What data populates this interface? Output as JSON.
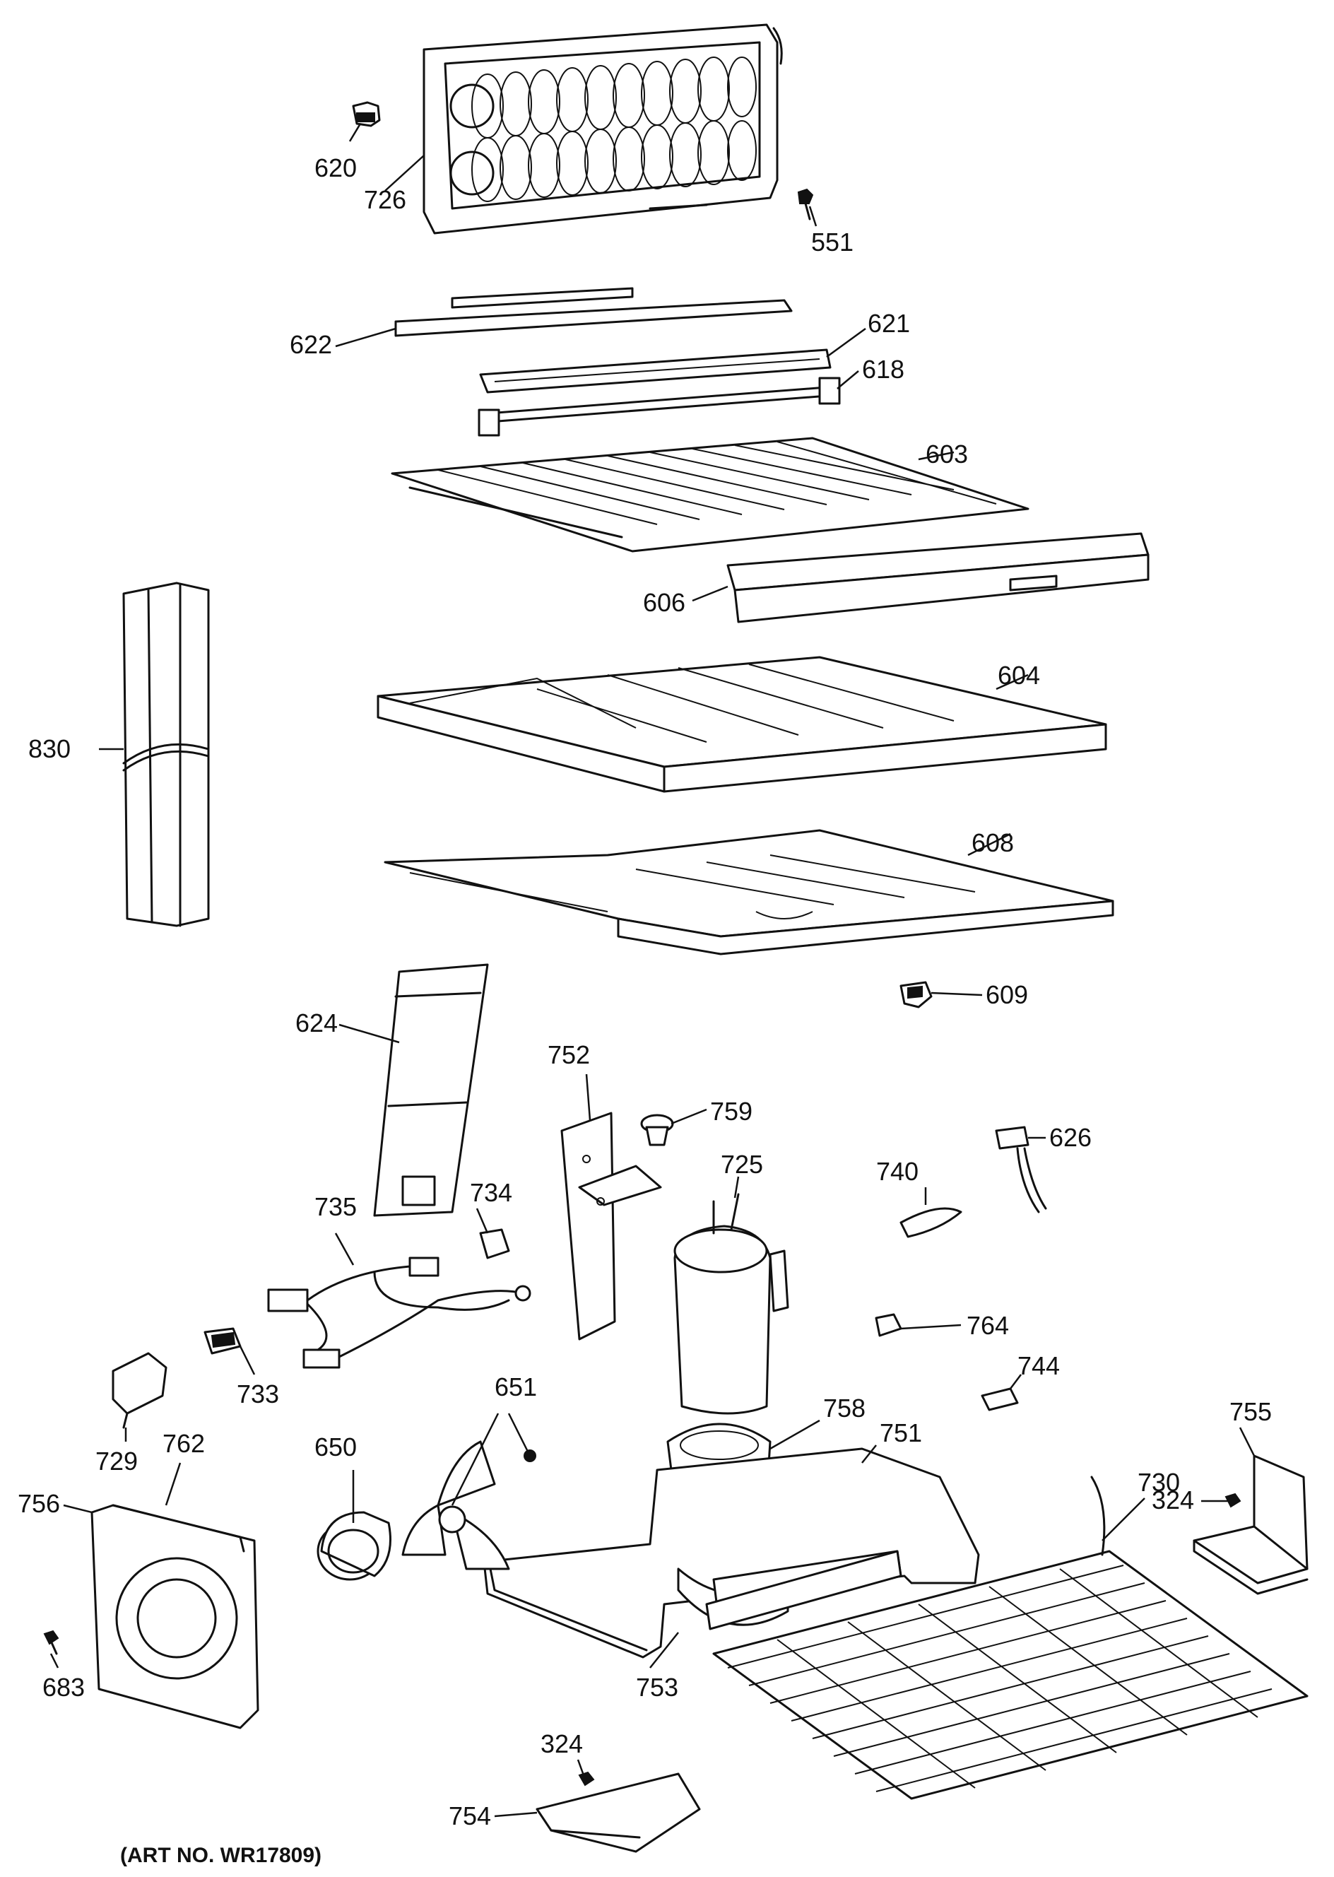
{
  "labels": {
    "l551": "551",
    "l603": "603",
    "l604": "604",
    "l606": "606",
    "l608": "608",
    "l609": "609",
    "l618": "618",
    "l620": "620",
    "l621": "621",
    "l622": "622",
    "l624": "624",
    "l626": "626",
    "l650": "650",
    "l651": "651",
    "l683": "683",
    "l725": "725",
    "l726": "726",
    "l729": "729",
    "l730": "730",
    "l733": "733",
    "l734": "734",
    "l735": "735",
    "l740": "740",
    "l744": "744",
    "l751": "751",
    "l752": "752",
    "l753": "753",
    "l754": "754",
    "l755": "755",
    "l756": "756",
    "l758": "758",
    "l759": "759",
    "l762": "762",
    "l764": "764",
    "l830": "830",
    "l324a": "324",
    "l324b": "324"
  },
  "art_number": "(ART NO. WR17809)"
}
